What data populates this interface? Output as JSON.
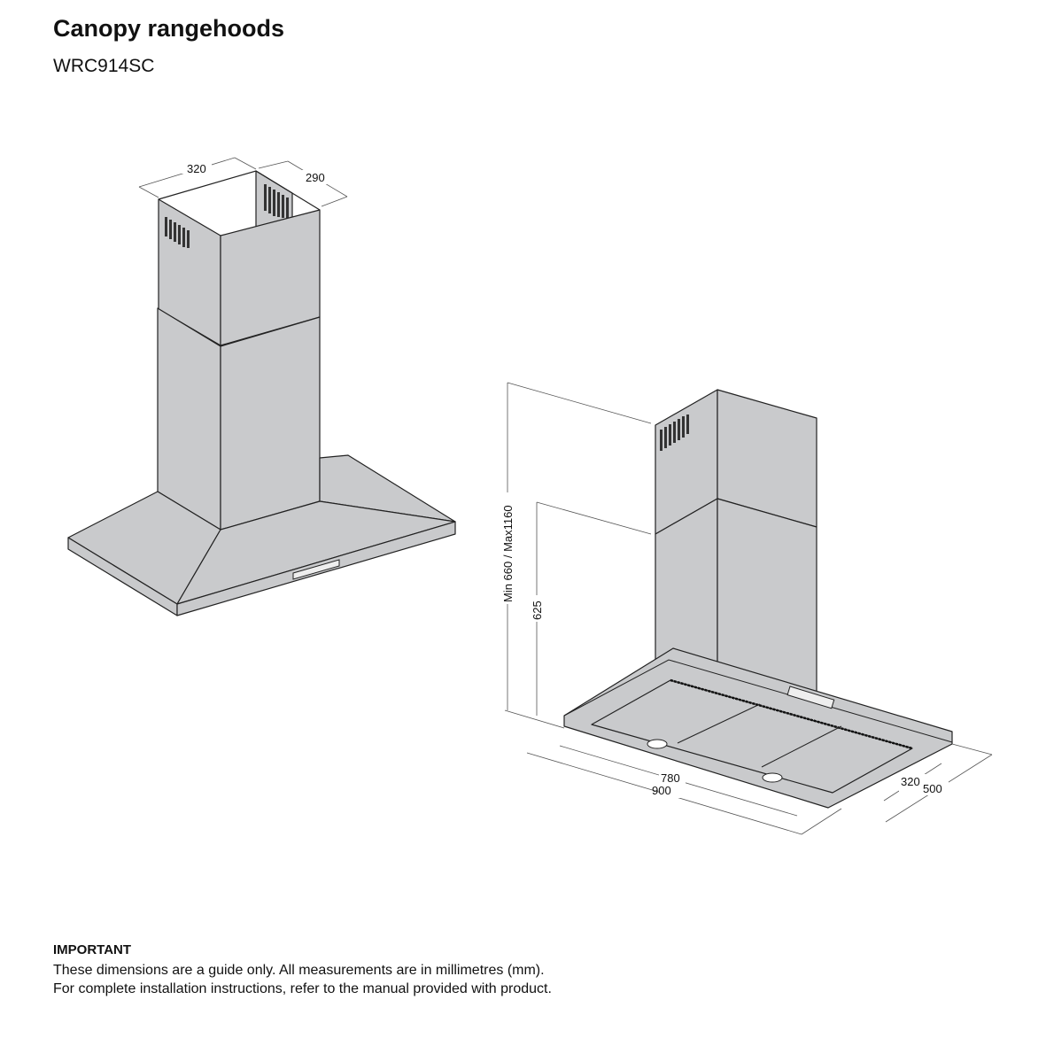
{
  "header": {
    "title": "Canopy rangehoods",
    "model": "WRC914SC"
  },
  "diagram": {
    "top_view": {
      "chimney_width": "320",
      "chimney_depth": "290"
    },
    "side_view": {
      "height_range": "Min 660 / Max1160",
      "canopy_to_chimney": "625",
      "filter_width": "780",
      "overall_width": "900",
      "filter_depth": "320",
      "overall_depth": "500"
    }
  },
  "footer": {
    "heading": "IMPORTANT",
    "line1": "These dimensions are a guide only. All measurements are in millimetres (mm).",
    "line2": "For complete installation instructions, refer to the manual provided with product."
  }
}
